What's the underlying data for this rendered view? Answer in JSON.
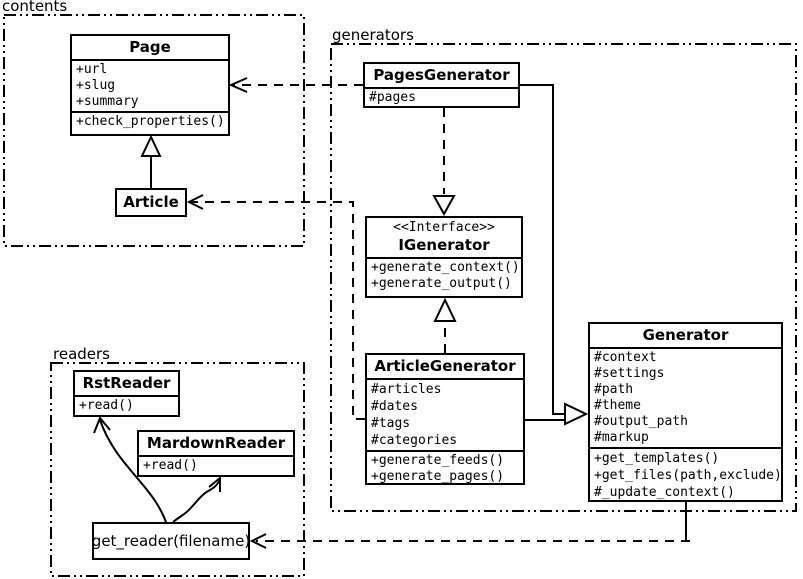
{
  "packages": {
    "contents": {
      "label": "contents"
    },
    "generators": {
      "label": "generators"
    },
    "readers": {
      "label": "readers"
    }
  },
  "classes": {
    "page": {
      "name": "Page",
      "attributes": [
        "+url",
        "+slug",
        "+summary"
      ],
      "methods": [
        "+check_properties()"
      ]
    },
    "article": {
      "name": "Article"
    },
    "pages_generator": {
      "name": "PagesGenerator",
      "attributes": [
        "#pages"
      ]
    },
    "igenerator": {
      "stereotype": "<<Interface>>",
      "name": "IGenerator",
      "methods": [
        "+generate_context()",
        "+generate_output()"
      ]
    },
    "article_generator": {
      "name": "ArticleGenerator",
      "attributes": [
        "#articles",
        "#dates",
        "#tags",
        "#categories"
      ],
      "methods": [
        "+generate_feeds()",
        "+generate_pages()"
      ]
    },
    "generator": {
      "name": "Generator",
      "attributes": [
        "#context",
        "#settings",
        "#path",
        "#theme",
        "#output_path",
        "#markup"
      ],
      "methods": [
        "+get_templates()",
        "+get_files(path,exclude)",
        "#_update_context()"
      ]
    },
    "rst_reader": {
      "name": "RstReader",
      "methods": [
        "+read()"
      ]
    },
    "mardown_reader": {
      "name": "MardownReader",
      "methods": [
        "+read()"
      ]
    },
    "get_reader": {
      "label": "get_reader(filename)"
    }
  },
  "relationships": [
    {
      "type": "dependency-dashed",
      "from": "PagesGenerator",
      "to": "Page"
    },
    {
      "type": "dependency-dashed",
      "from": "ArticleGenerator",
      "to": "Article"
    },
    {
      "type": "realization-dashed-hollow-triangle",
      "from": "PagesGenerator",
      "to": "IGenerator"
    },
    {
      "type": "realization-dashed-hollow-triangle",
      "from": "ArticleGenerator",
      "to": "IGenerator"
    },
    {
      "type": "inheritance-hollow-triangle",
      "from": "PagesGenerator",
      "to": "Generator"
    },
    {
      "type": "inheritance-hollow-triangle",
      "from": "ArticleGenerator",
      "to": "Generator"
    },
    {
      "type": "inheritance-hollow-triangle",
      "from": "Article",
      "to": "Page"
    },
    {
      "type": "dependency-dashed",
      "from": "Generator",
      "to": "get_reader(filename)"
    },
    {
      "type": "call-curved-arrow",
      "from": "get_reader(filename)",
      "to": "RstReader"
    },
    {
      "type": "call-curved-arrow",
      "from": "get_reader(filename)",
      "to": "MardownReader"
    }
  ],
  "colors": {
    "line": "#000000",
    "background": "#ffffff",
    "text": "#000000"
  }
}
